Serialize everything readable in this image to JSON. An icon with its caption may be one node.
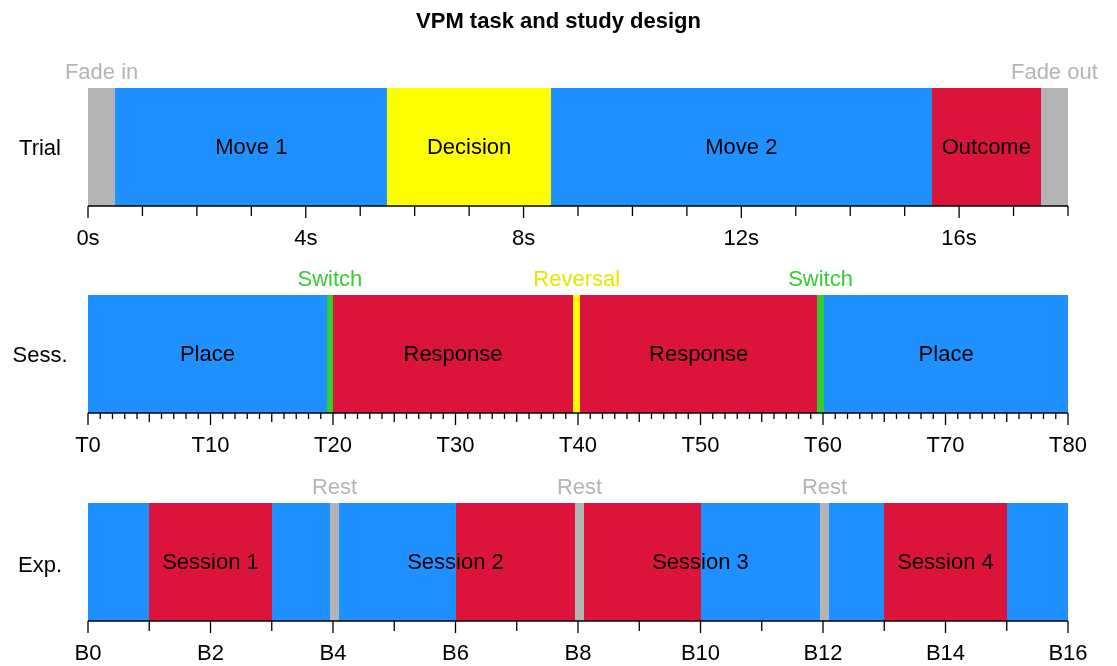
{
  "diagram": {
    "title": "VPM task and study design",
    "nodes": [
      {
        "text": [],
        "shape": "bar",
        "beside": [
          "Fade in"
        ]
      },
      {
        "text": [
          "Move 1"
        ]
      },
      {
        "text": [
          "Decision"
        ]
      },
      {
        "text": [
          "Move 2"
        ]
      },
      {
        "text": [
          "Outcome"
        ]
      },
      {
        "text": [],
        "shape": "bar",
        "beside": [
          "Fade out"
        ]
      },
      {
        "text": [
          "Place"
        ]
      },
      {
        "text": [],
        "shape": "bar",
        "beside": [
          "Switch"
        ]
      },
      {
        "text": [
          "Response"
        ]
      },
      {
        "text": [],
        "shape": "bar",
        "beside": [
          "Reversal"
        ]
      },
      {
        "text": [
          "Response"
        ]
      },
      {
        "text": [],
        "shape": "bar",
        "beside": [
          "Switch"
        ]
      },
      {
        "text": [
          "Place"
        ]
      },
      {
        "text": [],
        "shape": "bar"
      },
      {
        "text": [],
        "shape": "bar"
      },
      {
        "text": [],
        "shape": "bar"
      },
      {
        "text": [],
        "shape": "bar",
        "beside": [
          "Rest"
        ]
      },
      {
        "text": [],
        "shape": "bar"
      },
      {
        "text": [],
        "shape": "bar"
      },
      {
        "text": [],
        "shape": "bar",
        "beside": [
          "Rest"
        ]
      },
      {
        "text": [],
        "shape": "bar"
      },
      {
        "text": [],
        "shape": "bar"
      },
      {
        "text": [],
        "shape": "bar",
        "beside": [
          "Rest"
        ]
      },
      {
        "text": [],
        "shape": "bar"
      },
      {
        "text": [],
        "shape": "bar"
      },
      {
        "text": [],
        "shape": "bar"
      }
    ],
    "edges": [],
    "labels": [
      "Trial",
      "0s",
      "4s",
      "8s",
      "12s",
      "16s",
      "Sess.",
      "T0",
      "T10",
      "T20",
      "T30",
      "T40",
      "T50",
      "T60",
      "T70",
      "T80",
      "Exp.",
      "Session 1",
      "Session 2",
      "Session 3",
      "Session 4",
      "B0",
      "B2",
      "B4",
      "B6",
      "B8",
      "B10",
      "B12",
      "B14",
      "B16"
    ]
  }
}
